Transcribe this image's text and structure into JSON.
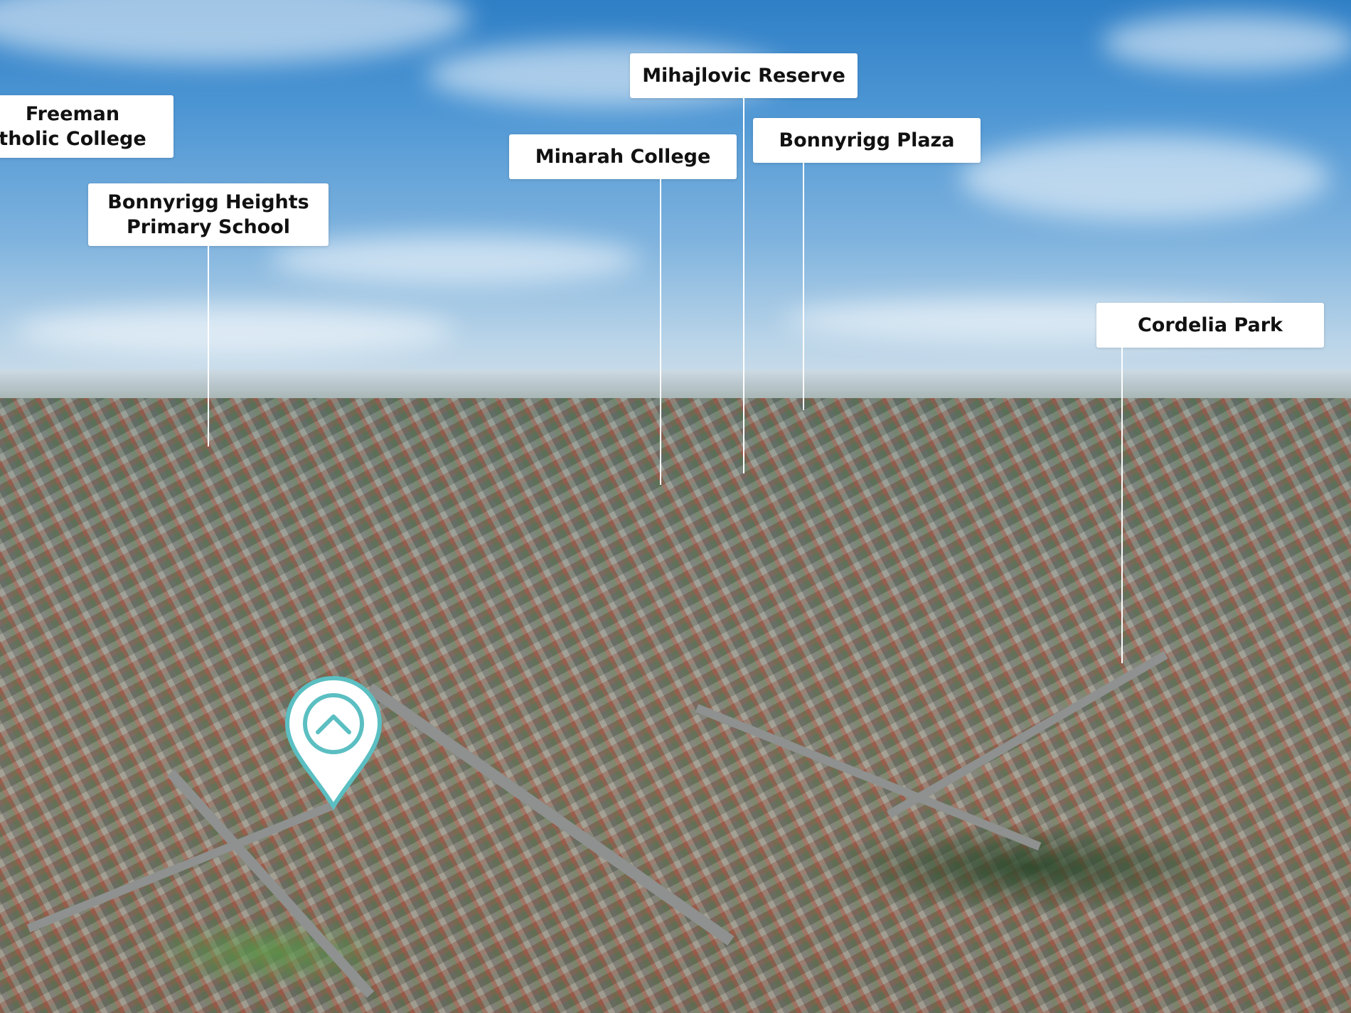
{
  "labels": {
    "freeman": [
      "Freeman",
      "tholic College"
    ],
    "bonnyrigg_heights": [
      "Bonnyrigg Heights",
      "Primary School"
    ],
    "minarah": "Minarah College",
    "mihajlovic": "Mihajlovic Reserve",
    "bonnyrigg_plaza": "Bonnyrigg Plaza",
    "cordelia": "Cordelia Park"
  },
  "colors": {
    "label_bg": "#ffffff",
    "label_text": "#111111",
    "pin_fill": "#ffffff",
    "pin_accent": "#5bbfc2"
  },
  "icons": {
    "pin": "location-pin-icon",
    "chevron": "chevron-up-icon"
  }
}
